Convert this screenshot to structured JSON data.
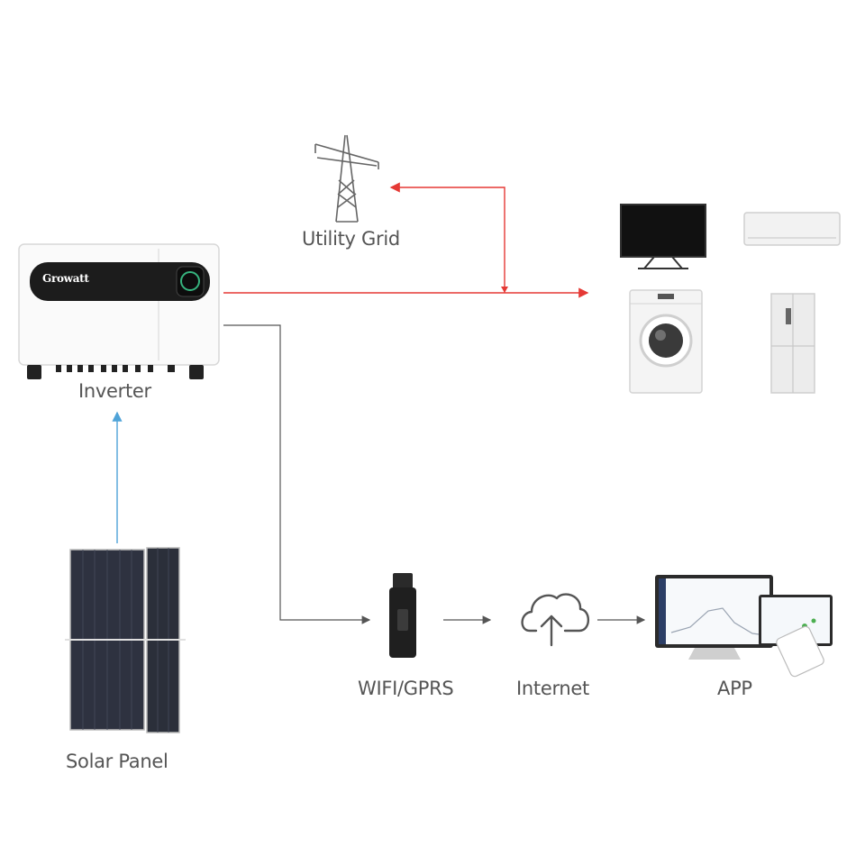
{
  "labels": {
    "utility_grid": "Utility Grid",
    "inverter": "Inverter",
    "solar_panel": "Solar Panel",
    "wifi_gprs": "WIFI/GPRS",
    "internet": "Internet",
    "app": "APP"
  },
  "inverter_brand": "Growatt",
  "colors": {
    "power_line": "#e53935",
    "data_line": "#555555",
    "dc_line": "#4fa3d8",
    "label_text": "#555555"
  }
}
